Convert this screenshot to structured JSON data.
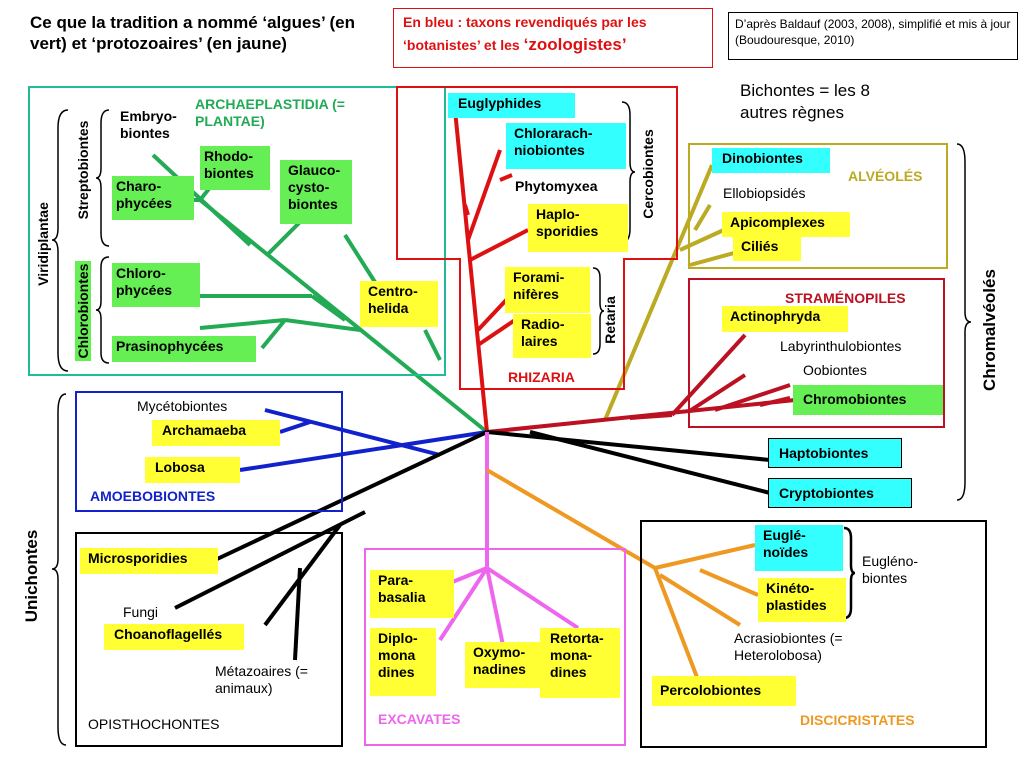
{
  "header": {
    "title": "Ce que la tradition a nommé ‘algues’ (en vert)  et ‘protozoaires’ (en jaune)",
    "note_line1": "En bleu : taxons revendiqués par les",
    "note_line2_a": "‘botanistes’ et les ",
    "note_line2_b": "‘zoologistes’",
    "source": "D’après Baldauf (2003, 2008), simplifié et mis à jour (Boudouresque, 2010)",
    "bichontes": "Bichontes = les 8 autres règnes"
  },
  "groups": {
    "archaeplastidia": "ARCHAEPLASTIDIA (= PLANTAE)",
    "rhizaria": "RHIZARIA",
    "alveoles": "ALVÉOLÉS",
    "stramenopiles": "STRAMÉNOPILES",
    "amoebobiontes": "AMOEBOBIONTES",
    "opisthochontes": "OPISTHOCHONTES",
    "excavates": "EXCAVATES",
    "discicristates": "DISCICRISTATES"
  },
  "side_labels": {
    "viridiplantae": "Viridiplantae",
    "streptobiontes": "Streptobiontes",
    "chlorobiontes": "Chlorobiontes",
    "cercobiontes": "Cercobiontes",
    "retaria": "Retaria",
    "chromalveoles": "Chromalvéolés",
    "unichontes": "Unichontes"
  },
  "taxa": {
    "embryobiontes": "Embryo-biontes",
    "rhodobiontes": "Rhodo-biontes",
    "glaucocystobiontes": "Glauco-cysto-biontes",
    "charophycees": "Charo-phycées",
    "chlorophycees": "Chloro-phycées",
    "prasinophycees": "Prasinophycées",
    "centrohelida": "Centro-helida",
    "euglyphides": "Euglyphides",
    "chlorarachniobiontes": "Chlorarach-niobiontes",
    "phytomyxea": "Phytomyxea",
    "haplosporidies": "Haplo-sporidies",
    "foraminiferes": "Forami-nifères",
    "radiolaires": "Radio-laires",
    "dinobiontes": "Dinobiontes",
    "ellobiopsides": "Ellobiopsidés",
    "apicomplexes": "Apicomplexes",
    "cilies": "Ciliés",
    "actinophryda": "Actinophryda",
    "labyrinthulobiontes": "Labyrinthulobiontes",
    "oobiontes": "Oobiontes",
    "chromobiontes": "Chromobiontes",
    "haptobiontes": "Haptobiontes",
    "cryptobiontes": "Cryptobiontes",
    "mycetobiontes": "Mycétobiontes",
    "archamaeba": "Archamaeba",
    "lobosa": "Lobosa",
    "microsporidies": "Microsporidies",
    "fungi": "Fungi",
    "choanoflagelles": "Choanoflagellés",
    "metazoaires": "Métazoaires (= animaux)",
    "parabasalia": "Para-basalia",
    "diplomonadines": "Diplo-mona dines",
    "oxymonadines": "Oxymo-nadines",
    "retortamonadines": "Retorta-mona-dines",
    "euglenoides": "Euglé-noïdes",
    "kinetoplastides": "Kinéto-plastides",
    "euglenobiontes": "Eugléno-biontes",
    "acrasiobiontes": "Acrasiobiontes (= Heterolobosa)",
    "percolobiontes": "Percolobiontes"
  },
  "colors": {
    "green_branch": "#22aa55",
    "red_branch": "#dd1111",
    "olive_branch": "#bbaa22",
    "darkred_branch": "#bb1122",
    "blue_branch": "#1122cc",
    "pink_branch": "#ee66ee",
    "orange_branch": "#ee9922",
    "black_branch": "#000000",
    "algae_fill": "#66ee55",
    "protozoa_fill": "#ffff33",
    "claimed_fill": "#33ffff"
  }
}
